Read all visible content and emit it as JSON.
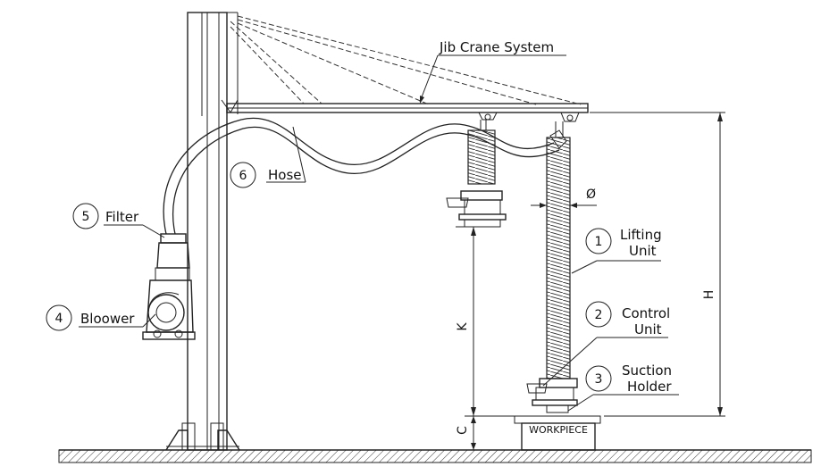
{
  "title": "Jib Crane System",
  "components": [
    {
      "num": "1",
      "line1": "Lifting",
      "line2": "Unit"
    },
    {
      "num": "2",
      "line1": "Control",
      "line2": "Unit"
    },
    {
      "num": "3",
      "line1": "Suction",
      "line2": "Holder"
    },
    {
      "num": "4",
      "line1": "Bloower",
      "line2": ""
    },
    {
      "num": "5",
      "line1": "Filter",
      "line2": ""
    },
    {
      "num": "6",
      "line1": "Hose",
      "line2": ""
    }
  ],
  "dimensions": {
    "height": "H",
    "stroke": "K",
    "clearance": "C",
    "diameter": "Ø"
  },
  "workpiece": "WORKPIECE"
}
